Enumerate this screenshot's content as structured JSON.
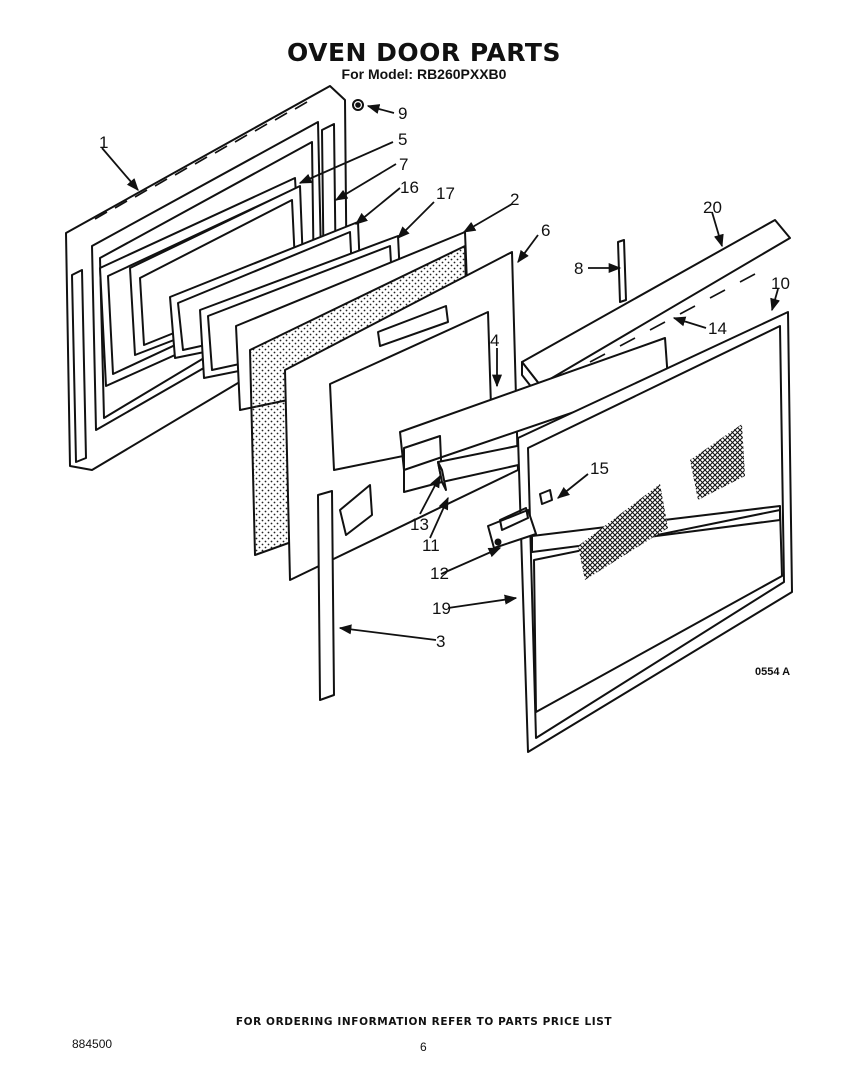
{
  "title": "OVEN DOOR PARTS",
  "subtitle": "For Model: RB260PXXB0",
  "figure_code": "0554 A",
  "footer_note": "FOR ORDERING INFORMATION REFER TO PARTS PRICE LIST",
  "document_number": "884500",
  "page_number": "6",
  "callouts": [
    "1",
    "9",
    "5",
    "7",
    "16",
    "17",
    "2",
    "6",
    "20",
    "8",
    "10",
    "14",
    "4",
    "15",
    "13",
    "11",
    "12",
    "19",
    "3"
  ]
}
